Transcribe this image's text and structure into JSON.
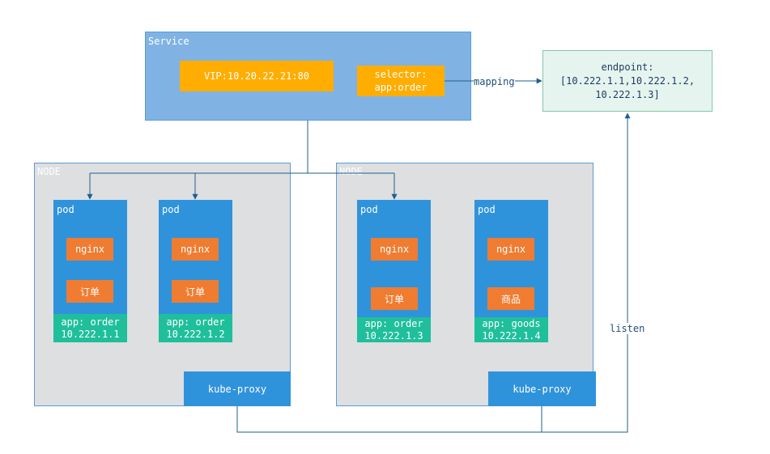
{
  "service": {
    "title": "Service",
    "vip": "VIP:10.20.22.21:80",
    "selector_line1": "selector:",
    "selector_line2": "app:order"
  },
  "endpoint": {
    "line1": "endpoint:",
    "line2": "[10.222.1.1,10.222.1.2,",
    "line3": "10.222.1.3]"
  },
  "edges": {
    "mapping": "mapping",
    "listen": "listen"
  },
  "nodes": [
    {
      "title": "NODE",
      "kube_proxy": "kube-proxy",
      "pods": [
        {
          "title": "pod",
          "containers": [
            "nginx",
            "订单"
          ],
          "label": "app: order",
          "ip": "10.222.1.1"
        },
        {
          "title": "pod",
          "containers": [
            "nginx",
            "订单"
          ],
          "label": "app: order",
          "ip": "10.222.1.2"
        }
      ]
    },
    {
      "title": "NODE",
      "kube_proxy": "kube-proxy",
      "pods": [
        {
          "title": "pod",
          "containers": [
            "nginx",
            "订单"
          ],
          "label": "app: order",
          "ip": "10.222.1.3"
        },
        {
          "title": "pod",
          "containers": [
            "nginx",
            "商品"
          ],
          "label": "app: goods",
          "ip": "10.222.1.4"
        }
      ]
    }
  ],
  "colors": {
    "service": "#80b3e3",
    "orange_box": "#ffad01",
    "pod": "#2f93dc",
    "container": "#ef7c31",
    "label": "#1fbf9b",
    "node": "#dddfe1",
    "endpoint": "#e5f4ee",
    "arrow": "#1f5f8b"
  }
}
